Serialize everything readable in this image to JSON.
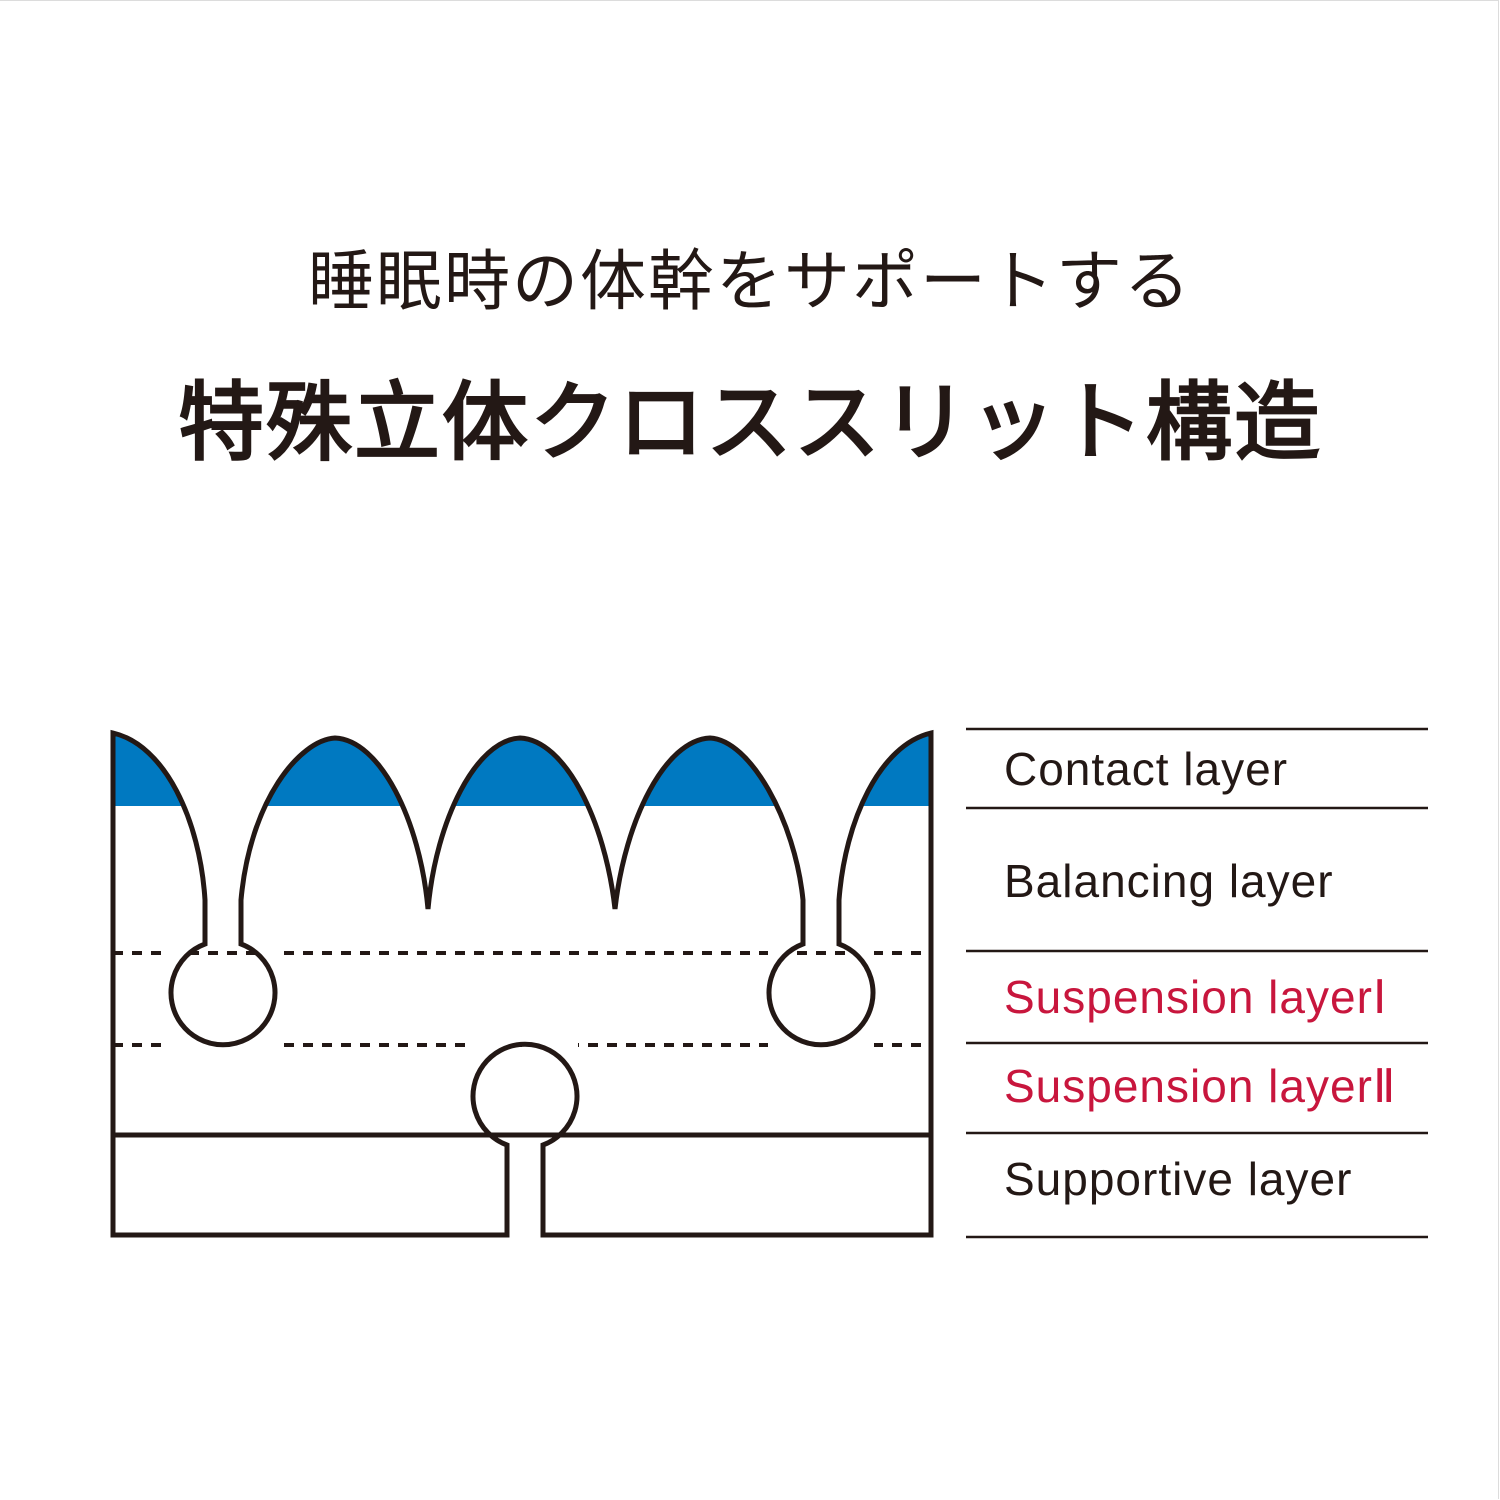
{
  "header": {
    "subtitle": "睡眠時の体幹をサポートする",
    "title": "特殊立体クロススリット構造"
  },
  "layers": [
    {
      "id": "contact",
      "label": "Contact layer",
      "color": "#231815"
    },
    {
      "id": "balancing",
      "label": "Balancing layer",
      "color": "#231815"
    },
    {
      "id": "suspension-1",
      "label": "Suspension layerⅠ",
      "color": "#c8163d"
    },
    {
      "id": "suspension-2",
      "label": "Suspension layerⅡ",
      "color": "#c8163d"
    },
    {
      "id": "supportive",
      "label": "Supportive layer",
      "color": "#231815"
    }
  ],
  "colors": {
    "ink": "#231815",
    "contact_fill": "#0079c1",
    "accent_red": "#c8163d"
  }
}
